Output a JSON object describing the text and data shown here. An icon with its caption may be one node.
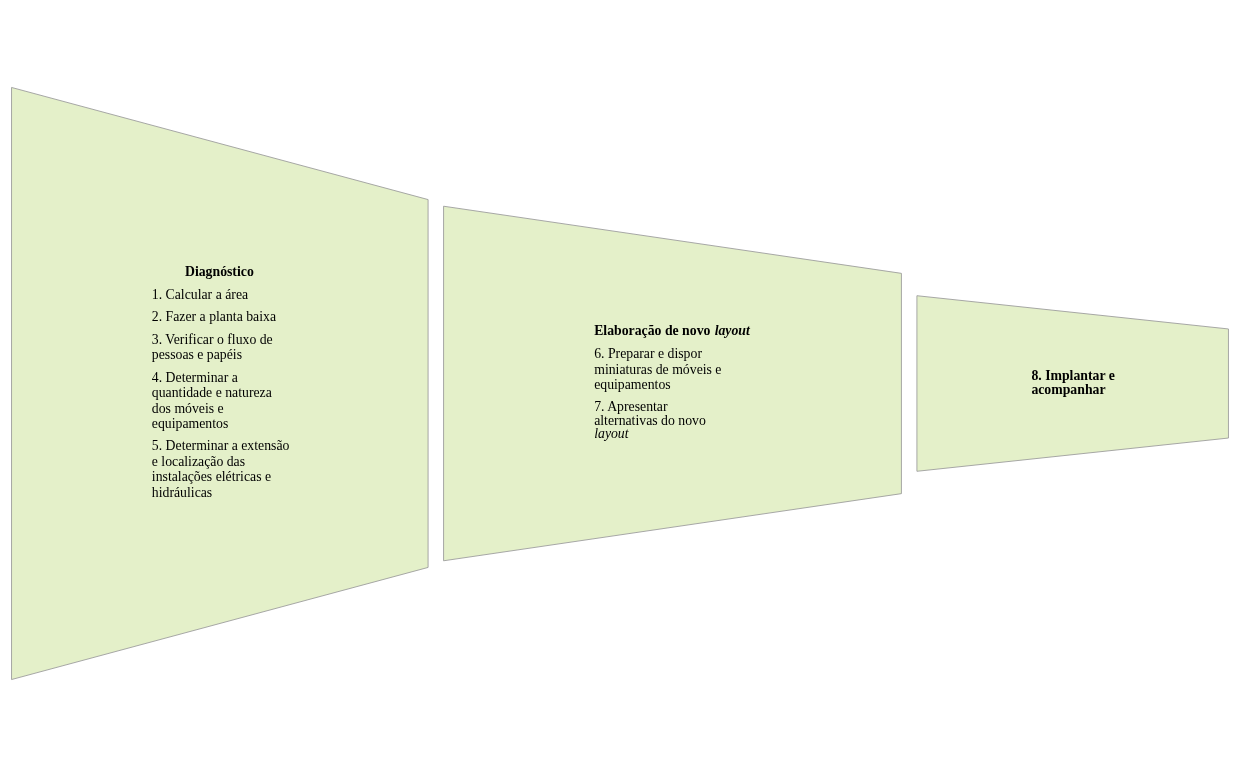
{
  "diagram": {
    "nodes": [
      {
        "text": [
          "Diagnóstico",
          "1. Calcular a área",
          "2. Fazer a planta baixa",
          "3. Verificar o fluxo de pessoas e papéis",
          "4. Determinar a quantidade e natureza dos móveis e equipamentos",
          "5. Determinar a extensão e localização das instalações elétricas e hidráulicas"
        ]
      },
      {
        "text": [
          "Elaboração de novo *layout*",
          "6. Preparar e dispor miniaturas de móveis e equipamentos",
          "7. Apresentar alternativas do novo *layout*"
        ]
      },
      {
        "text": [
          "8. Implantar e acompanhar"
        ]
      }
    ]
  }
}
